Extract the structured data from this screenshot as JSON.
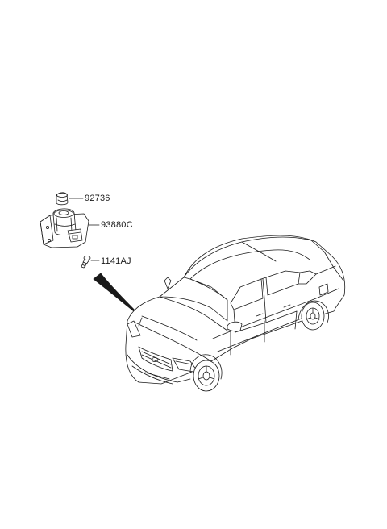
{
  "parts": [
    {
      "id": "cap",
      "number": "92736"
    },
    {
      "id": "switch-assembly",
      "number": "93880C"
    },
    {
      "id": "screw",
      "number": "1141AJ"
    }
  ],
  "colors": {
    "line": "#1a1a1a",
    "background": "#ffffff"
  }
}
